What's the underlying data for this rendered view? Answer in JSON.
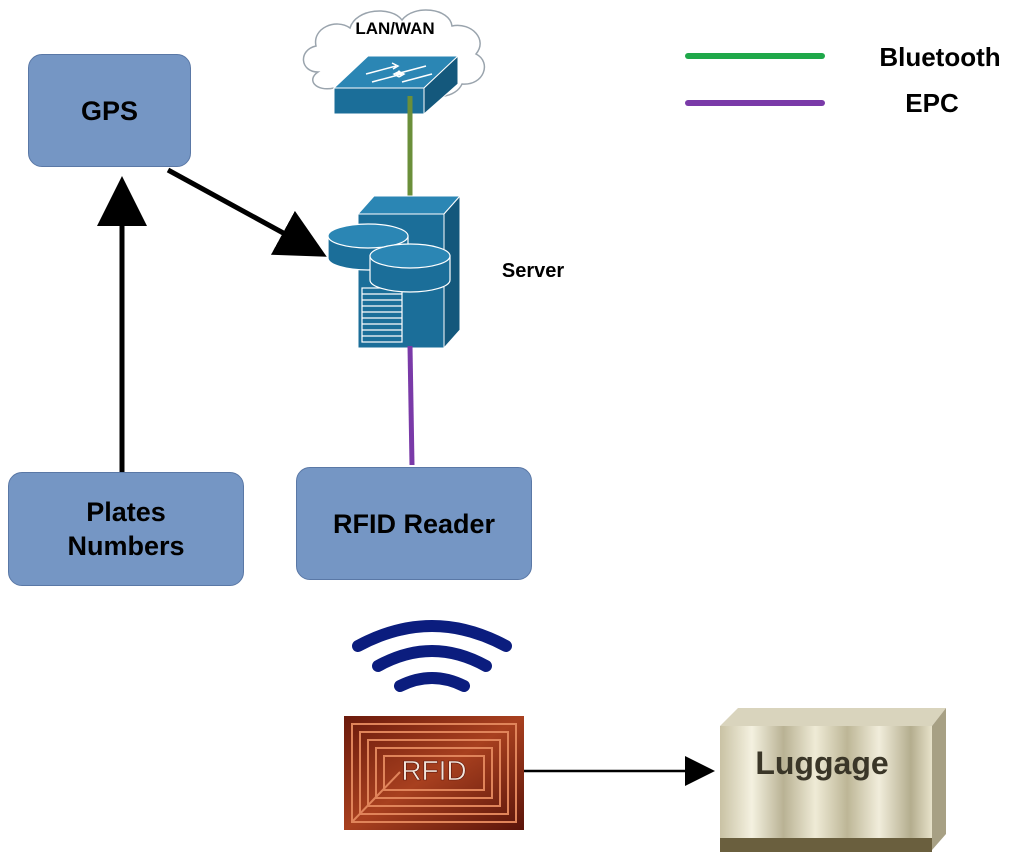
{
  "legend": [
    {
      "label": "Bluetooth",
      "color": "#1fa84a"
    },
    {
      "label": "EPC",
      "color": "#7a3aa8"
    }
  ],
  "nodes": {
    "gps": "GPS",
    "plates_line1": "Plates",
    "plates_line2": "Numbers",
    "rfid_reader": "RFID Reader"
  },
  "cloud_label": "LAN/WAN",
  "server_label": "Server",
  "tag_label": "RFID",
  "luggage_label": "Luggage",
  "colors": {
    "node_fill": "#7596c4",
    "device_blue": "#1b6e99",
    "wave_blue": "#0b1d7e",
    "bluetooth_line": "#6b8f3a",
    "epc_line": "#7a3aa8"
  },
  "icons": [
    "cloud-icon",
    "network-switch-icon",
    "server-icon",
    "wireless-signal-icon",
    "rfid-tag-icon",
    "luggage-icon"
  ]
}
